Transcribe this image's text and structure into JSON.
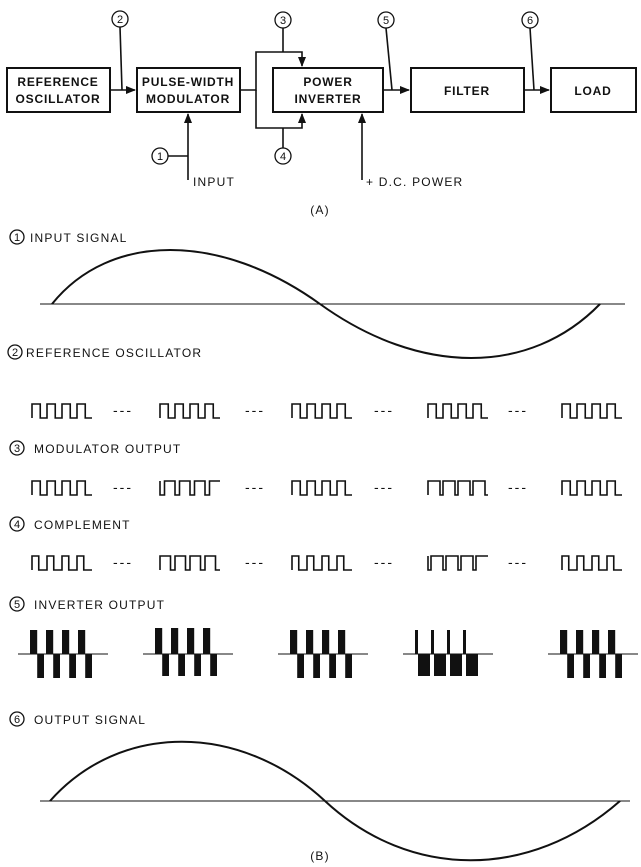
{
  "part_a": {
    "caption": "(A)",
    "blocks": {
      "reference_oscillator": [
        "REFERENCE",
        "OSCILLATOR"
      ],
      "pulse_width_modulator": [
        "PULSE-WIDTH",
        "MODULATOR"
      ],
      "power_inverter": [
        "POWER",
        "INVERTER"
      ],
      "filter": "FILTER",
      "load": "LOAD"
    },
    "inputs": {
      "input": "INPUT",
      "dc_power": "+ D.C. POWER"
    },
    "markers": [
      "1",
      "2",
      "3",
      "4",
      "5",
      "6"
    ]
  },
  "part_b": {
    "caption": "(B)",
    "dashes": "---",
    "signals": [
      {
        "number": "1",
        "label": "INPUT SIGNAL"
      },
      {
        "number": "2",
        "label": "REFERENCE OSCILLATOR"
      },
      {
        "number": "3",
        "label": "MODULATOR OUTPUT"
      },
      {
        "number": "4",
        "label": "COMPLEMENT"
      },
      {
        "number": "5",
        "label": "INVERTER OUTPUT"
      },
      {
        "number": "6",
        "label": "OUTPUT SIGNAL"
      }
    ]
  }
}
